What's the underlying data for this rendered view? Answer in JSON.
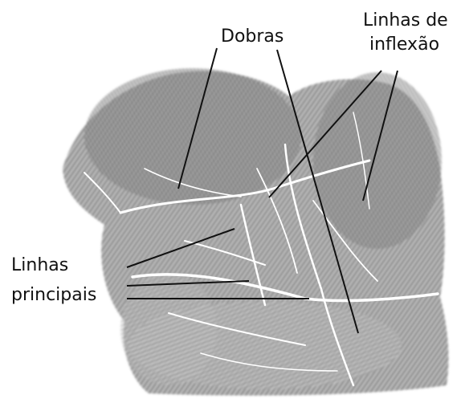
{
  "labels": {
    "folds": "Dobras",
    "inflection_line1": "Linhas de",
    "inflection_line2": "inflexão",
    "principal_line1": "Linhas",
    "principal_line2": "principais"
  },
  "colors": {
    "background": "#ffffff",
    "print_dark": "#5a5a5a",
    "print_light": "#d9d9d9",
    "leader": "#111111"
  }
}
